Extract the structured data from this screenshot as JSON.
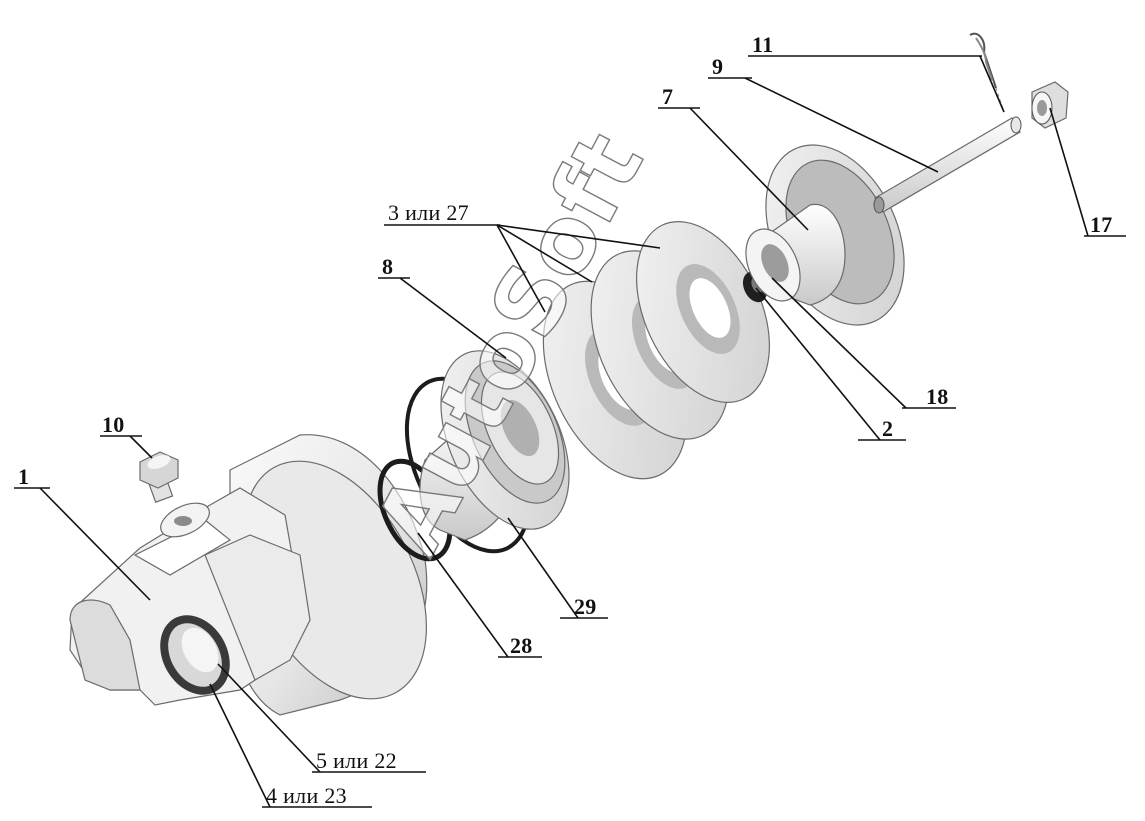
{
  "watermark": "AutoSoft",
  "colors": {
    "background": "#ffffff",
    "line": "#111111",
    "part_light": "#f2f2f2",
    "part_mid": "#d4d4d4",
    "part_dark": "#9a9a9a",
    "part_black": "#222222"
  },
  "callouts": [
    {
      "id": "1",
      "text": "1"
    },
    {
      "id": "10",
      "text": "10"
    },
    {
      "id": "8",
      "text": "8"
    },
    {
      "id": "3-27",
      "text": "3 или 27"
    },
    {
      "id": "7",
      "text": "7"
    },
    {
      "id": "9",
      "text": "9"
    },
    {
      "id": "11",
      "text": "11"
    },
    {
      "id": "17",
      "text": "17"
    },
    {
      "id": "18",
      "text": "18"
    },
    {
      "id": "2",
      "text": "2"
    },
    {
      "id": "29",
      "text": "29"
    },
    {
      "id": "28",
      "text": "28"
    },
    {
      "id": "5-22",
      "text": "5 или 22"
    },
    {
      "id": "4-23",
      "text": "4 или 23"
    }
  ]
}
